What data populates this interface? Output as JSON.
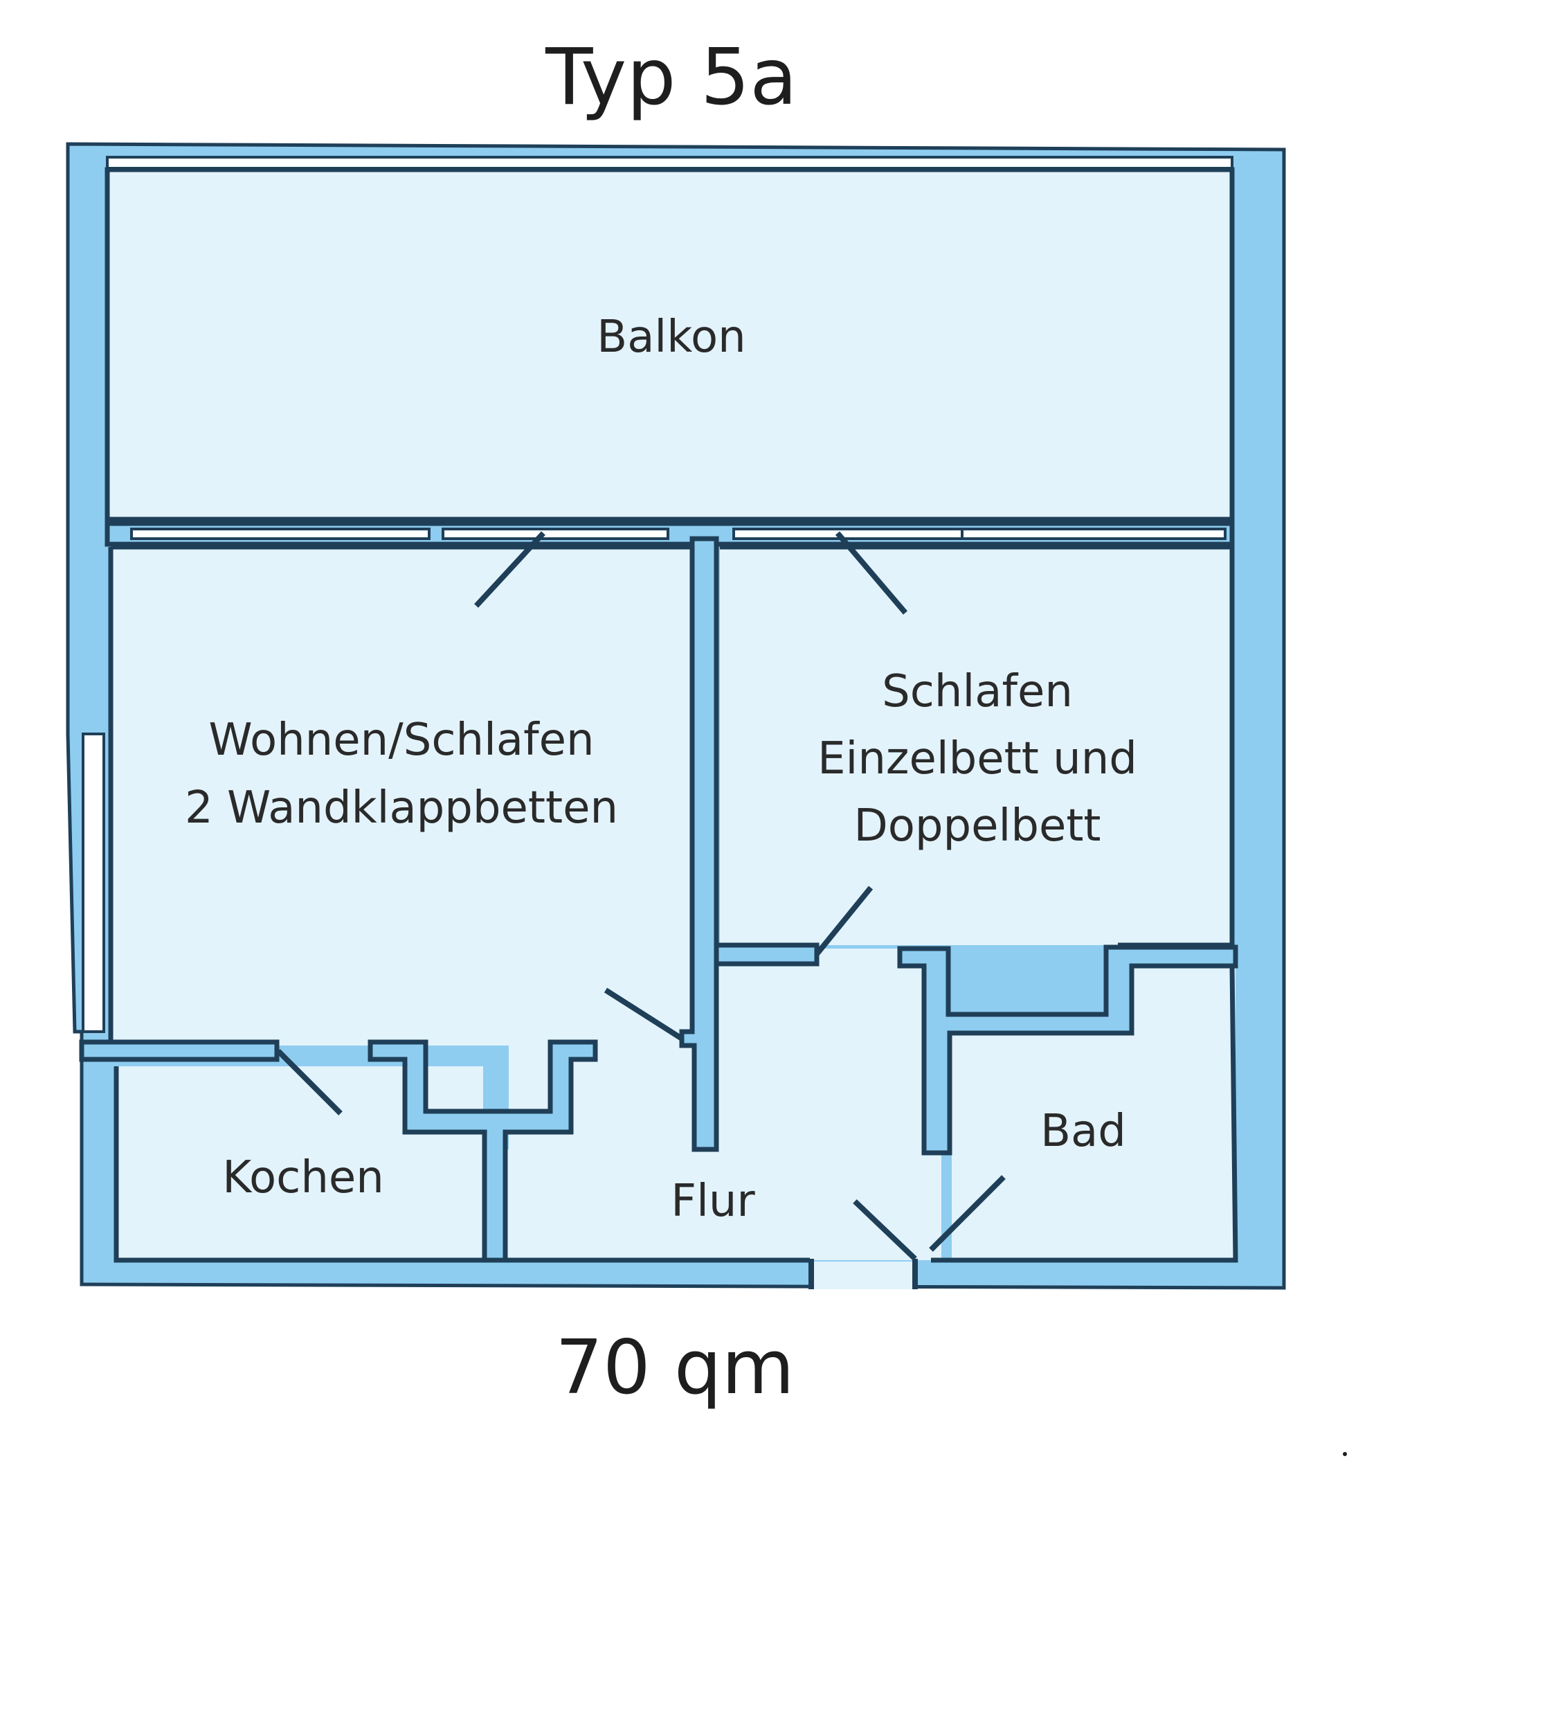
{
  "title": "Typ 5a",
  "area": "70 qm",
  "rooms": {
    "balkon": "Balkon",
    "wohnen": {
      "line1": "Wohnen/Schlafen",
      "line2": "2 Wandklappbetten"
    },
    "schlafen": {
      "line1": "Schlafen",
      "line2": "Einzelbett und",
      "line3": "Doppelbett"
    },
    "kochen": "Kochen",
    "flur": "Flur",
    "bad": "Bad"
  },
  "colors": {
    "wall": "#8ecdf0",
    "floor": "#e3f3fc",
    "line": "#1f3f58"
  }
}
